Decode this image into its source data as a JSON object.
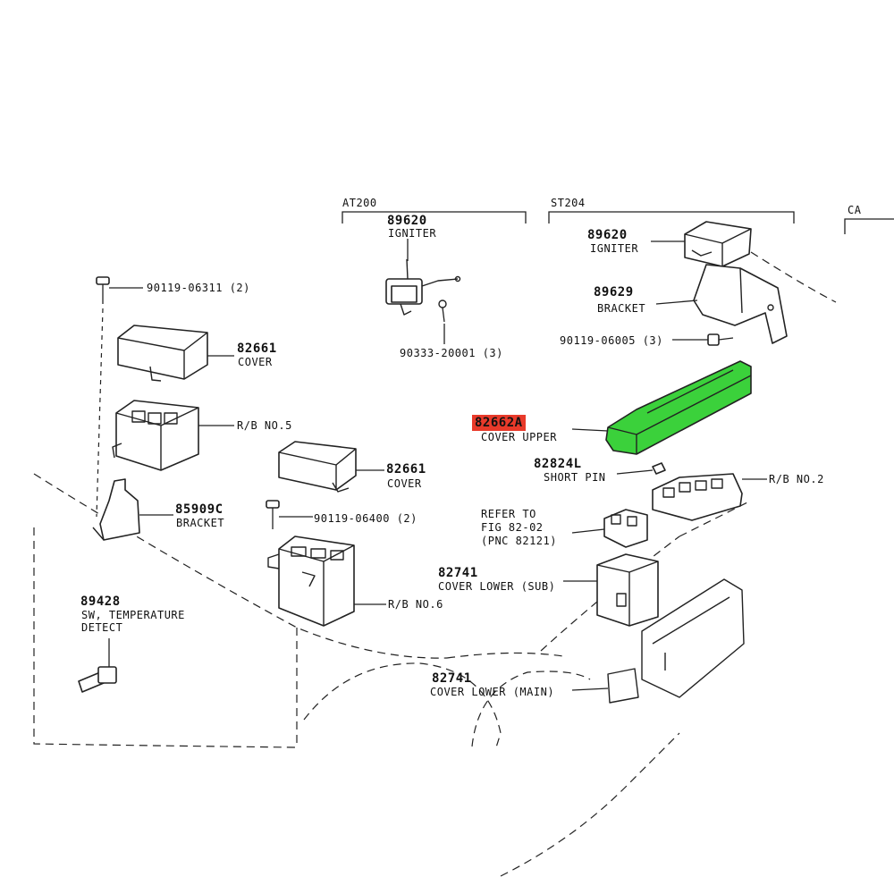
{
  "colors": {
    "highlight_part": "#3bd13b",
    "highlight_label": "#e83a2a",
    "line": "#222222"
  },
  "groups": {
    "at200": "AT200",
    "st204": "ST204",
    "ca": "CA"
  },
  "parts": {
    "igniter_at200": {
      "number": "89620",
      "name": "IGNITER"
    },
    "bolt_90333": {
      "number": "90333-20001 (3)"
    },
    "bolt_90119_06311": {
      "number": "90119-06311 (2)"
    },
    "cover_82661_a": {
      "number": "82661",
      "name": "COVER"
    },
    "rb_no5": {
      "name": "R/B NO.5"
    },
    "bracket_85909c": {
      "number": "85909C",
      "name": "BRACKET"
    },
    "cover_82661_b": {
      "number": "82661",
      "name": "COVER"
    },
    "bolt_90119_06400": {
      "number": "90119-06400 (2)"
    },
    "rb_no6": {
      "name": "R/B NO.6"
    },
    "sw_89428": {
      "number": "89428",
      "name_line1": "SW, TEMPERATURE",
      "name_line2": "DETECT"
    },
    "igniter_st204": {
      "number": "89620",
      "name": "IGNITER"
    },
    "bracket_89629": {
      "number": "89629",
      "name": "BRACKET"
    },
    "bolt_90119_06005": {
      "number": "90119-06005 (3)"
    },
    "cover_upper": {
      "number": "82662A",
      "name": "COVER UPPER"
    },
    "short_pin": {
      "number": "82824L",
      "name": "SHORT PIN"
    },
    "rb_no2": {
      "name": "R/B NO.2"
    },
    "refer": {
      "line1": "REFER TO",
      "line2": "FIG 82-02",
      "line3": "(PNC 82121)"
    },
    "cover_lower_sub": {
      "number": "82741",
      "name": "COVER LOWER (SUB)"
    },
    "cover_lower_main": {
      "number": "82741",
      "name": "COVER LOWER (MAIN)"
    }
  }
}
